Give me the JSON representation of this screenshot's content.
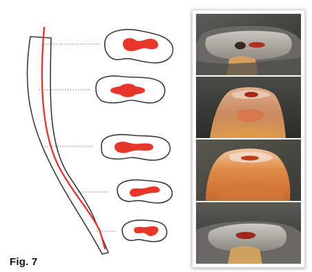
{
  "figure": {
    "label": "Fig. 7",
    "colors": {
      "outline": "#3a3a3a",
      "canal": "#e8372a",
      "leader": "#777777",
      "frame": "#ffffff"
    }
  },
  "cross_sections": [
    {
      "name": "section-1",
      "shape": "tapered-kidney-with-elongated-canal"
    },
    {
      "name": "section-2",
      "shape": "kidney-with-central-oval-canal"
    },
    {
      "name": "section-3",
      "shape": "kidney-with-elongated-canal"
    },
    {
      "name": "section-4",
      "shape": "kidney-with-thin-canal"
    },
    {
      "name": "section-5",
      "shape": "small-kidney-with-curved-canal"
    }
  ],
  "photos": [
    {
      "name": "photo-1",
      "tint": "#9a9890",
      "canal": "#b03020"
    },
    {
      "name": "photo-2",
      "tint": "#c98a60",
      "canal": "#a82818"
    },
    {
      "name": "photo-3",
      "tint": "#e08a48",
      "canal": "#c03a1c"
    },
    {
      "name": "photo-4",
      "tint": "#a8a49c",
      "canal": "#9a2a1c"
    }
  ]
}
